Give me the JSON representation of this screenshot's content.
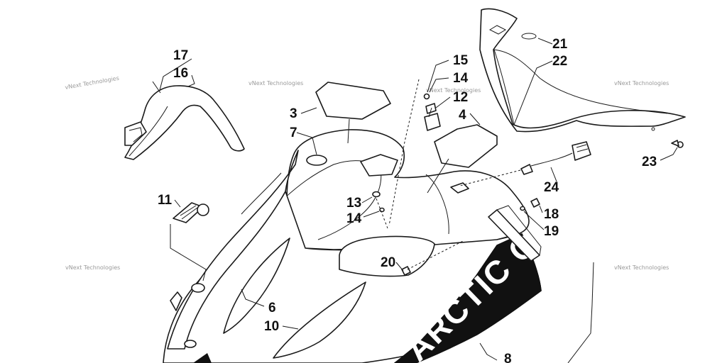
{
  "diagram": {
    "brand_text": "ARCTIC CAT",
    "watermark_text": "vNext Technologies",
    "callouts": {
      "c3": "3",
      "c4": "4",
      "c6": "6",
      "c7": "7",
      "c8": "8",
      "c10": "10",
      "c11": "11",
      "c12": "12",
      "c13": "13",
      "c14a": "14",
      "c14b": "14",
      "c15": "15",
      "c16": "16",
      "c17": "17",
      "c18": "18",
      "c19": "19",
      "c20": "20",
      "c21": "21",
      "c22": "22",
      "c23": "23",
      "c24": "24"
    }
  }
}
